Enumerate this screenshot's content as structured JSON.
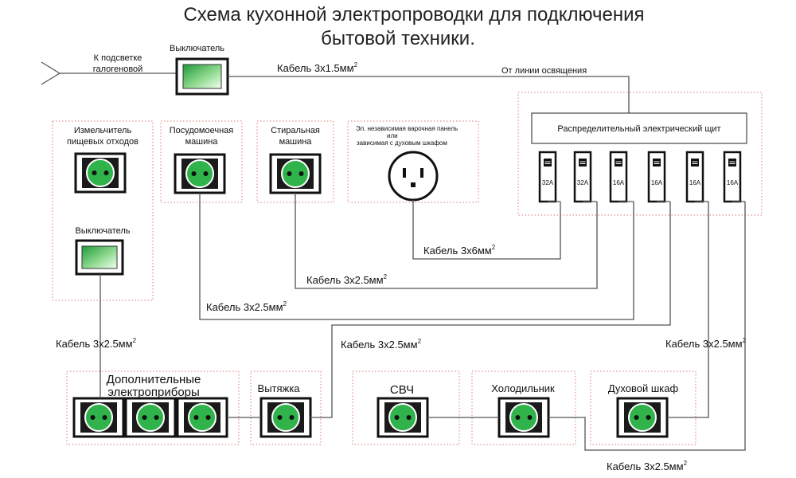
{
  "title": {
    "line1": "Схема кухонной электропроводки для подключения",
    "line2": "бытовой техники."
  },
  "top": {
    "halogen_line1": "К подсветке",
    "halogen_line2": "галогеновой",
    "switch_label": "Выключатель",
    "cable_label": "Кабель 3х1.5мм",
    "cable_sup": "2",
    "lighting_line": "От линии освящения"
  },
  "panel": {
    "title": "Распределительный электрический щит",
    "breakers": [
      "32A",
      "32A",
      "16A",
      "16A",
      "16A",
      "16A"
    ]
  },
  "appliances": {
    "grinder_line1": "Измельчитель",
    "grinder_line2": "пищевых отходов",
    "grinder_switch": "Выключатель",
    "dishwasher_line1": "Посудомоечная",
    "dishwasher_line2": "машина",
    "washer_line1": "Стиральная",
    "washer_line2": "машина",
    "hob_line1": "Эл. независимая варочная панель",
    "hob_line2": "или",
    "hob_line3": "зависимая с духовым шкафом",
    "extra_line1": "Дополнительные",
    "extra_line2": "электроприборы",
    "hood": "Вытяжка",
    "microwave": "СВЧ",
    "fridge": "Холодильник",
    "oven": "Духовой шкаф"
  },
  "cables": {
    "hob": "Кабель 3х6мм",
    "washer": "Кабель 3х2.5мм",
    "dishwasher": "Кабель 3х2.5мм",
    "grinder": "Кабель 3х2.5мм",
    "hood": "Кабель 3х2.5мм",
    "oven": "Кабель 3х2.5мм",
    "fridge": "Кабель 3х2.5мм",
    "sup": "2"
  },
  "colors": {
    "socket_green": "#2fb34a",
    "dotted_border": "#dd7777",
    "wire": "#555555"
  }
}
